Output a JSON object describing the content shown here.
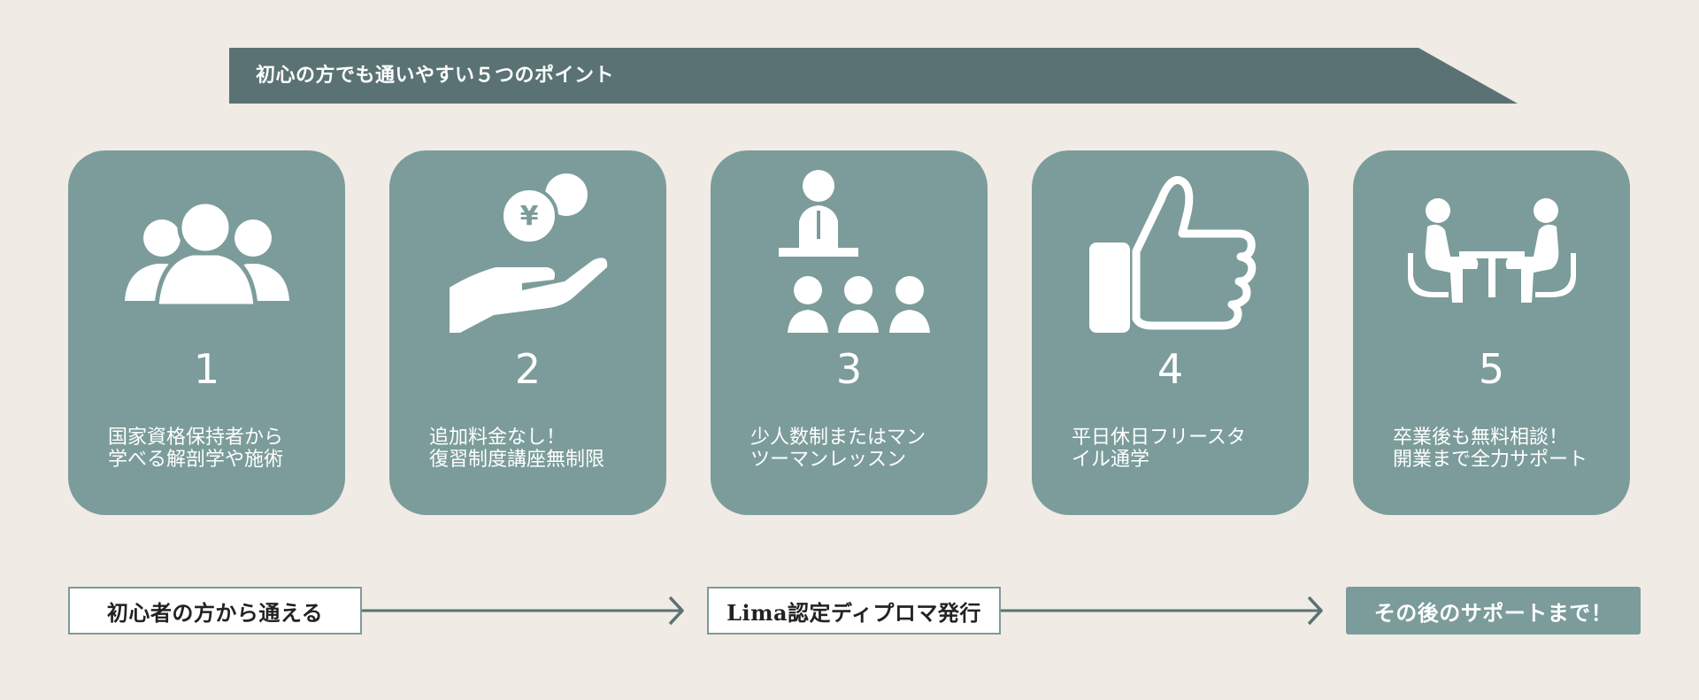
{
  "banner": {
    "title": "初心の方でも通いやすい５つのポイント"
  },
  "points": [
    {
      "number": "1",
      "icon": "group-people-icon",
      "line1": "国家資格保持者から",
      "line2": "学べる解剖学や施術"
    },
    {
      "number": "2",
      "icon": "yen-coin-hand-icon",
      "line1": "追加料金なし！",
      "line2": "復習制度講座無制限"
    },
    {
      "number": "3",
      "icon": "presenter-audience-icon",
      "line1": "少人数制またはマン",
      "line2": "ツーマンレッスン"
    },
    {
      "number": "4",
      "icon": "thumbs-up-icon",
      "line1": "平日休日フリースタ",
      "line2": "イル通学"
    },
    {
      "number": "5",
      "icon": "consultation-table-icon",
      "line1": "卒業後も無料相談！",
      "line2": "開業まで全力サポート"
    }
  ],
  "stages": [
    {
      "label": "初心者の方から通える"
    },
    {
      "label": "Lima認定ディプロマ発行"
    },
    {
      "label": "その後のサポートまで！"
    }
  ],
  "colors": {
    "background": "#f0ebe4",
    "card": "#7b9c9a",
    "banner": "#5a7274",
    "arrow": "#5a7274"
  }
}
